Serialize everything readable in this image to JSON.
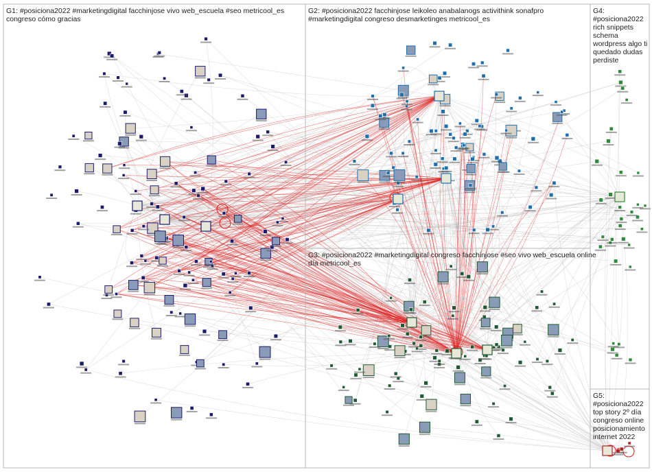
{
  "groups": [
    {
      "id": "G1",
      "label_lines": [
        "G1: #posiciona2022 #marketingdigital facchinjose vivo web_escuela #seo metricool_es",
        "congreso cómo gracias"
      ],
      "node_color": "#1c1c6e"
    },
    {
      "id": "G2",
      "label_lines": [
        "G2: #posiciona2022 facchinjose leikoleo anabalanogs activithink sonafpro",
        "#marketingdigital congreso desmarketinges metricool_es"
      ],
      "node_color": "#1f6fae"
    },
    {
      "id": "G3",
      "label_lines": [
        "G3: #posiciona2022 #marketingdigital congreso facchinjose #seo vivo web_escuela online",
        "día metricool_es"
      ],
      "node_color": "#1f5a33"
    },
    {
      "id": "G4",
      "label_lines": [
        "G4:",
        "#posiciona2022",
        "rich snippets",
        "schema",
        "wordpress algo ti",
        "quedado dudas",
        "perdiste"
      ],
      "node_color": "#2e8b3a"
    },
    {
      "id": "G5",
      "label_lines": [
        "G5:",
        "#posiciona2022",
        "top story 2º día",
        "congreso online",
        "posicionamiento",
        "internet 2022"
      ],
      "node_color": "#b22222"
    }
  ],
  "colors": {
    "edge_intergroup": "#e02020",
    "edge_background": "#c8c8c8",
    "frame": "#b8b8b8"
  }
}
